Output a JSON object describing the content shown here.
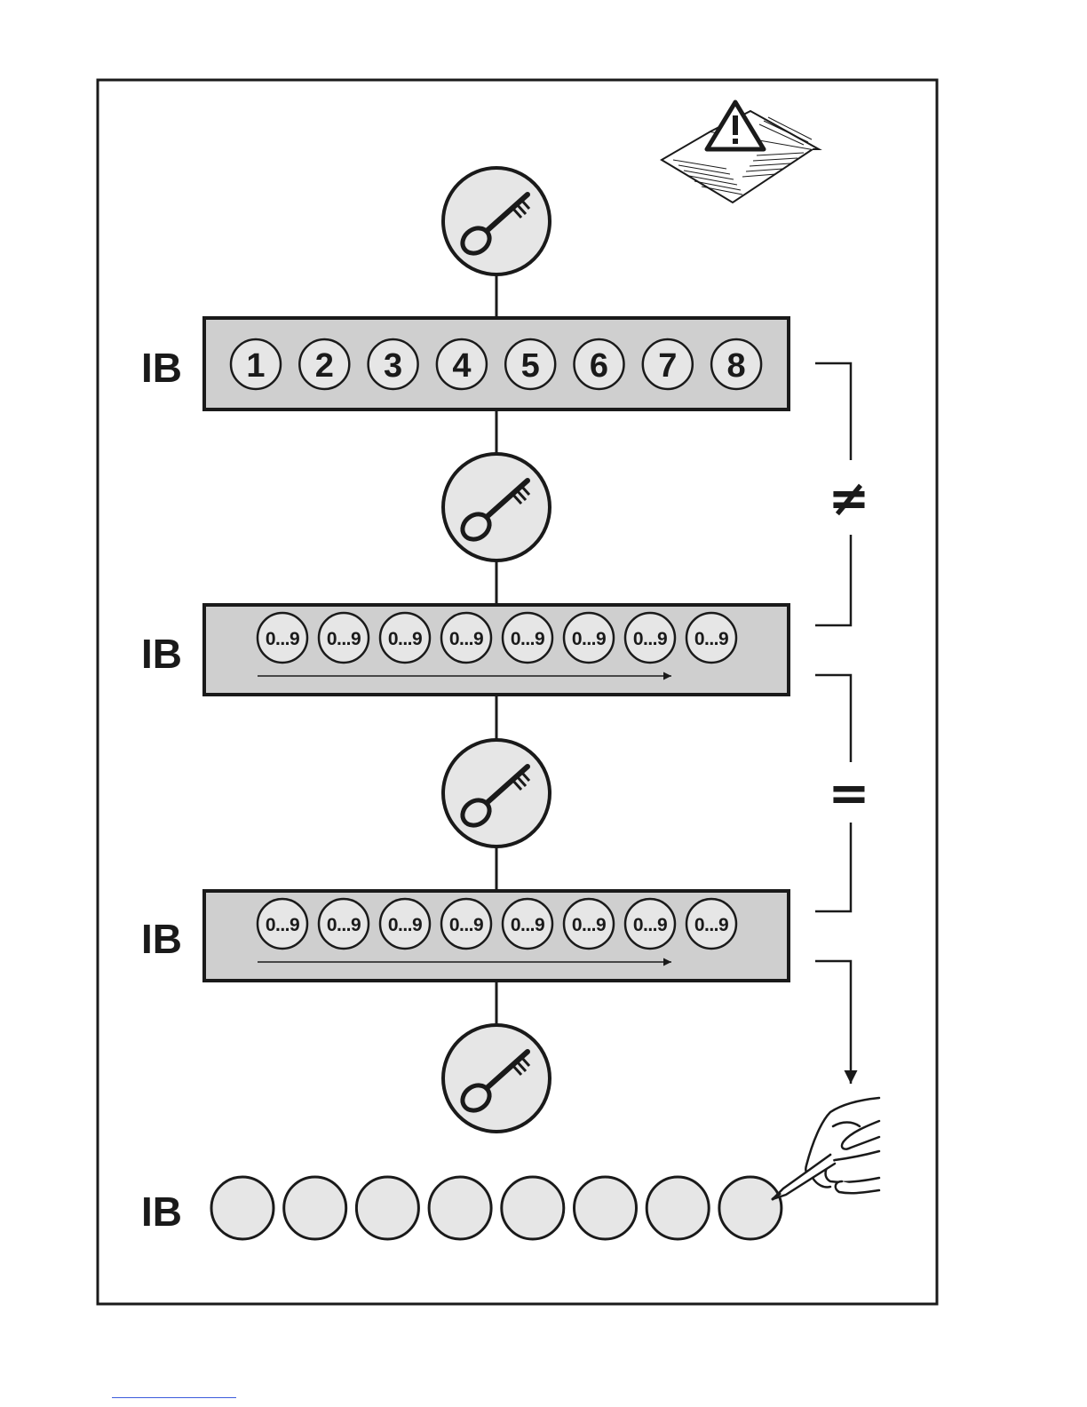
{
  "icons": {
    "manual": "manual-warning-icon",
    "key": "key-icon",
    "hand": "hand-writing-icon"
  },
  "rows": [
    {
      "label": "IB",
      "kind": "digits",
      "values": [
        "1",
        "2",
        "3",
        "4",
        "5",
        "6",
        "7",
        "8"
      ]
    },
    {
      "label": "IB",
      "kind": "ranges",
      "values": [
        "0...9",
        "0...9",
        "0...9",
        "0...9",
        "0...9",
        "0...9",
        "0...9",
        "0...9"
      ]
    },
    {
      "label": "IB",
      "kind": "ranges",
      "values": [
        "0...9",
        "0...9",
        "0...9",
        "0...9",
        "0...9",
        "0...9",
        "0...9",
        "0...9"
      ]
    },
    {
      "label": "IB",
      "kind": "blank",
      "count": 8
    }
  ],
  "comparisons": {
    "not_equal": "≠",
    "equal": "="
  },
  "colors": {
    "panel_fill": "#cfcfcf",
    "circle_fill": "#e6e6e6",
    "ink": "#1a1a1a",
    "link": "#3b5bdb"
  }
}
